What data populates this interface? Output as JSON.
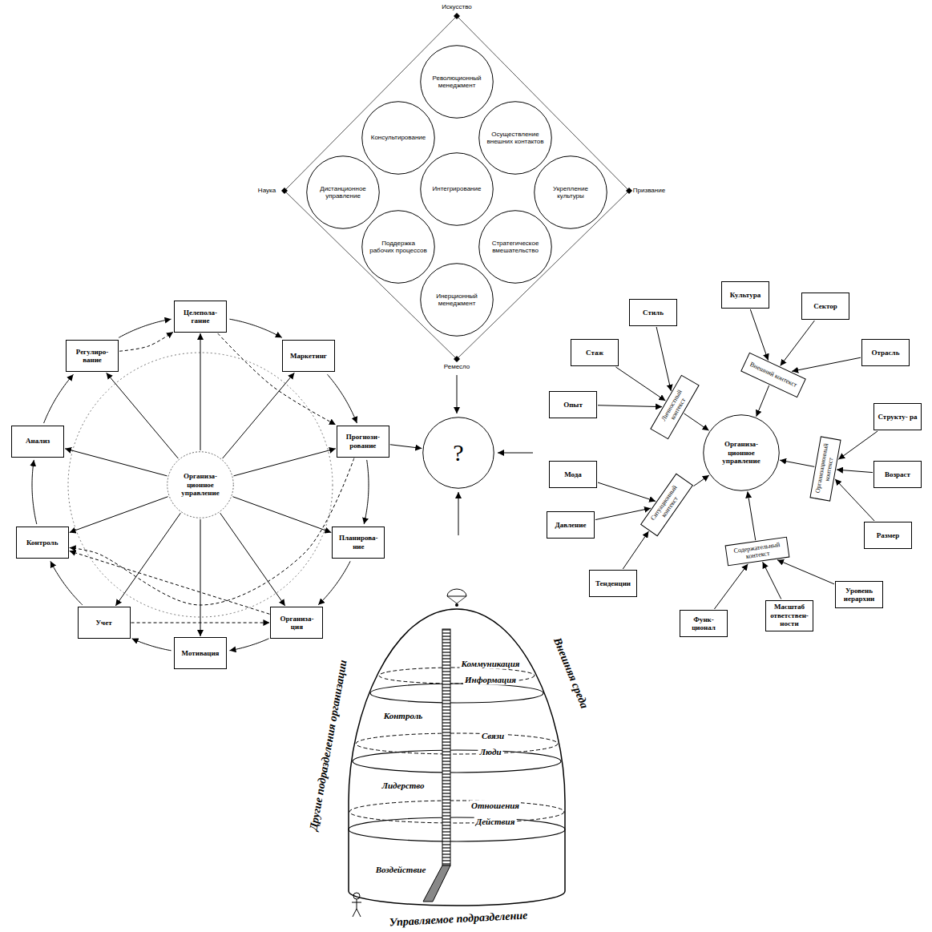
{
  "diagram": {
    "nodes": [
      {
        "text": [
          "Революционный менеджмент"
        ]
      },
      {
        "text": [
          "Консультирование"
        ]
      },
      {
        "text": [
          "Осуществление внешних контактов"
        ]
      },
      {
        "text": [
          "Дистанционное управление"
        ]
      },
      {
        "text": [
          "Интегрирование"
        ]
      },
      {
        "text": [
          "Укрепление культуры"
        ]
      },
      {
        "text": [
          "Поддержка рабочих процессов"
        ]
      },
      {
        "text": [
          "Стратегическое вмешательство"
        ]
      },
      {
        "text": [
          "Инерционный менеджмент"
        ]
      },
      {
        "text": [
          "Целепола- гание"
        ]
      },
      {
        "text": [
          "Маркетинг"
        ]
      },
      {
        "text": [
          "Прогнози- рование"
        ]
      },
      {
        "text": [
          "Планирова- ние"
        ]
      },
      {
        "text": [
          "Организа- ция"
        ]
      },
      {
        "text": [
          "Мотивация"
        ]
      },
      {
        "text": [
          "Учет"
        ]
      },
      {
        "text": [
          "Контроль"
        ]
      },
      {
        "text": [
          "Анализ"
        ]
      },
      {
        "text": [
          "Регулиро- вание"
        ]
      },
      {
        "text": [
          "Организа- ционное управление"
        ]
      },
      {
        "text": [
          "?"
        ]
      },
      {
        "text": [
          "Организа- ционное управление"
        ]
      },
      {
        "text": [
          "Личностный контекст"
        ]
      },
      {
        "text": [
          "Внешний контекст"
        ]
      },
      {
        "text": [
          "Организационный контекст"
        ]
      },
      {
        "text": [
          "Содержательный контекст"
        ]
      },
      {
        "text": [
          "Ситуационный контекст"
        ]
      },
      {
        "text": [
          "Стиль"
        ]
      },
      {
        "text": [
          "Стаж"
        ]
      },
      {
        "text": [
          "Опыт"
        ]
      },
      {
        "text": [
          "Культура"
        ]
      },
      {
        "text": [
          "Сектор"
        ]
      },
      {
        "text": [
          "Отрасль"
        ]
      },
      {
        "text": [
          "Структу- ра"
        ]
      },
      {
        "text": [
          "Возраст"
        ]
      },
      {
        "text": [
          "Размер"
        ]
      },
      {
        "text": [
          "Уровень иерархии"
        ]
      },
      {
        "text": [
          "Масштаб ответствен- ности"
        ]
      },
      {
        "text": [
          "Функ- ционал"
        ]
      },
      {
        "text": [
          "Тенденции"
        ]
      },
      {
        "text": [
          "Давление"
        ]
      },
      {
        "text": [
          "Мода"
        ]
      }
    ],
    "edges": [
      {
        "from": 19,
        "to": 9,
        "arrow": "to"
      },
      {
        "from": 19,
        "to": 10,
        "arrow": "to"
      },
      {
        "from": 19,
        "to": 11,
        "arrow": "to"
      },
      {
        "from": 19,
        "to": 12,
        "arrow": "to"
      },
      {
        "from": 19,
        "to": 13,
        "arrow": "to"
      },
      {
        "from": 19,
        "to": 14,
        "arrow": "to"
      },
      {
        "from": 19,
        "to": 15,
        "arrow": "to"
      },
      {
        "from": 19,
        "to": 16,
        "arrow": "to"
      },
      {
        "from": 19,
        "to": 17,
        "arrow": "to"
      },
      {
        "from": 19,
        "to": 18,
        "arrow": "to"
      },
      {
        "from": 9,
        "to": 10,
        "arrow": "to"
      },
      {
        "from": 10,
        "to": 11,
        "arrow": "to"
      },
      {
        "from": 11,
        "to": 12,
        "arrow": "to"
      },
      {
        "from": 12,
        "to": 13,
        "arrow": "to"
      },
      {
        "from": 13,
        "to": 14,
        "arrow": "to"
      },
      {
        "from": 14,
        "to": 15,
        "arrow": "to"
      },
      {
        "from": 15,
        "to": 16,
        "arrow": "to"
      },
      {
        "from": 16,
        "to": 17,
        "arrow": "to"
      },
      {
        "from": 17,
        "to": 18,
        "arrow": "to"
      },
      {
        "from": 18,
        "to": 9,
        "arrow": "to"
      },
      {
        "from": 18,
        "to": 9,
        "arrow": "to"
      },
      {
        "from": 9,
        "to": 11,
        "arrow": "to"
      },
      {
        "from": 11,
        "to": 16,
        "arrow": "to"
      },
      {
        "from": 15,
        "to": 13,
        "arrow": "to"
      },
      {
        "from": 13,
        "to": 16,
        "arrow": "to"
      },
      {
        "from": 11,
        "to": 20,
        "arrow": "to"
      },
      {
        "from": 27,
        "to": 22,
        "arrow": "to"
      },
      {
        "from": 28,
        "to": 22,
        "arrow": "to"
      },
      {
        "from": 29,
        "to": 22,
        "arrow": "to"
      },
      {
        "from": 30,
        "to": 23,
        "arrow": "to"
      },
      {
        "from": 31,
        "to": 23,
        "arrow": "to"
      },
      {
        "from": 32,
        "to": 23,
        "arrow": "to"
      },
      {
        "from": 33,
        "to": 24,
        "arrow": "to"
      },
      {
        "from": 34,
        "to": 24,
        "arrow": "to"
      },
      {
        "from": 35,
        "to": 24,
        "arrow": "to"
      },
      {
        "from": 36,
        "to": 25,
        "arrow": "to"
      },
      {
        "from": 37,
        "to": 25,
        "arrow": "to"
      },
      {
        "from": 38,
        "to": 25,
        "arrow": "to"
      },
      {
        "from": 39,
        "to": 26,
        "arrow": "to"
      },
      {
        "from": 40,
        "to": 26,
        "arrow": "to"
      },
      {
        "from": 41,
        "to": 26,
        "arrow": "to"
      },
      {
        "from": 22,
        "to": 21,
        "arrow": "to"
      },
      {
        "from": 23,
        "to": 21,
        "arrow": "to"
      },
      {
        "from": 24,
        "to": 21,
        "arrow": "to"
      },
      {
        "from": 25,
        "to": 21,
        "arrow": "to"
      },
      {
        "from": 26,
        "to": 21,
        "arrow": "to"
      }
    ],
    "labels": [
      "Искусство",
      "Наука",
      "Призвание",
      "Ремесло",
      "Внешняя среда",
      "Другие подразделения организации",
      "Коммуникация",
      "Информация",
      "Контроль",
      "Связи",
      "Люди",
      "Лидерство",
      "Отношения",
      "Действия",
      "Воздействие",
      "Управляемое подразделение"
    ]
  }
}
